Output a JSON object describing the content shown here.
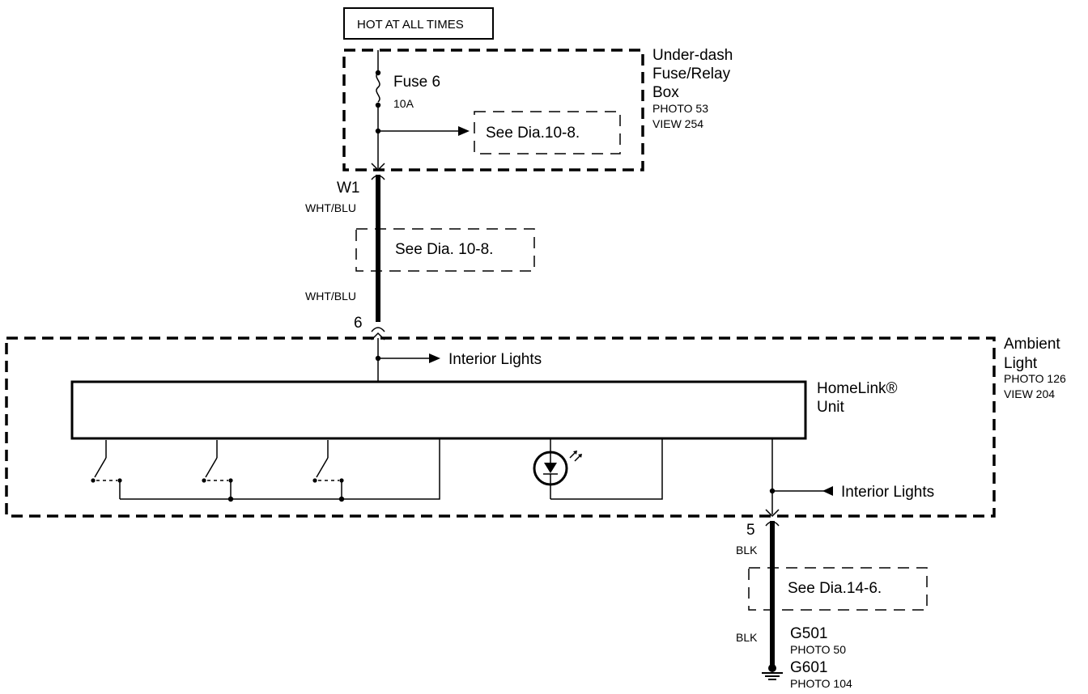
{
  "power_source": "HOT AT ALL TIMES",
  "fuse_box": {
    "name_line1": "Under-dash",
    "name_line2": "Fuse/Relay",
    "name_line3": "Box",
    "photo": "PHOTO 53",
    "view": "VIEW 254",
    "fuse_label": "Fuse 6",
    "fuse_rating": "10A",
    "see_dia": "See Dia.10-8."
  },
  "connector_w1": "W1",
  "wire_upper_1": "WHT/BLU",
  "see_dia_mid": "See Dia. 10-8.",
  "wire_upper_2": "WHT/BLU",
  "pin_6": "6",
  "ambient_light": {
    "name_line1": "Ambient",
    "name_line2": "Light",
    "photo": "PHOTO 126",
    "view": "VIEW 204",
    "interior_lights_top": "Interior Lights",
    "interior_lights_bottom": "Interior Lights",
    "homelink_line1": "HomeLink®",
    "homelink_line2": "Unit"
  },
  "pin_5": "5",
  "wire_lower_1": "BLK",
  "see_dia_lower": "See Dia.14-6.",
  "wire_lower_2": "BLK",
  "ground": {
    "g501": "G501",
    "g501_photo": "PHOTO 50",
    "g601": "G601",
    "g601_photo": "PHOTO 104"
  }
}
